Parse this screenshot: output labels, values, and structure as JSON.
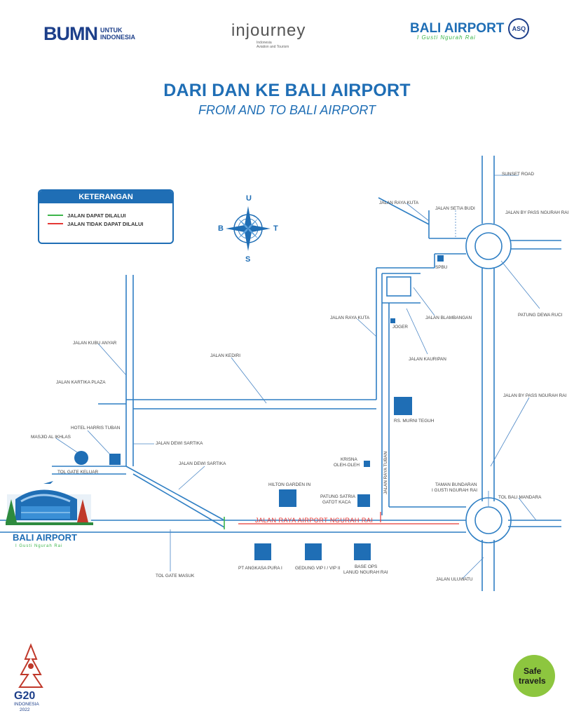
{
  "header": {
    "bumn": {
      "mark": "BUMN",
      "tag_line1": "UNTUK",
      "tag_line2": "INDONESIA"
    },
    "injourney": {
      "name": "injourney",
      "sub_line1": "Indonesia",
      "sub_line2": "Aviation and Tourism"
    },
    "bali_airport": {
      "name": "BALI AIRPORT",
      "sub": "I Gusti Ngurah Rai",
      "badge": "ASQ"
    }
  },
  "title": {
    "main": "DARI DAN KE BALI AIRPORT",
    "sub": "FROM AND TO BALI AIRPORT"
  },
  "legend": {
    "heading": "KETERANGAN",
    "items": [
      {
        "label": "JALAN DAPAT DILALUI",
        "color": "#3cb54a"
      },
      {
        "label": "JALAN TIDAK DAPAT DILALUI",
        "color": "#e53935"
      }
    ]
  },
  "compass": {
    "north": "U",
    "south": "S",
    "east": "T",
    "west": "B"
  },
  "map_labels": {
    "sunset_road": "SUNSET ROAD",
    "jalan_raya_kuta_top": "JALAN RAYA KUTA",
    "jalan_setia_budi": "JALAN SETIA BUDI",
    "jalan_by_pass_top": "JALAN BY PASS NGURAH RAI",
    "spbu": "SPBU",
    "patung_dewa_ruci": "PATUNG DEWA RUCI",
    "jalan_blambangan": "JALAN BLAMBANGAN",
    "jalan_raya_kuta_mid": "JALAN RAYA KUTA",
    "joger": "JOGER",
    "jalan_kauripan": "JALAN KAURIPAN",
    "jalan_kubu_anyar": "JALAN KUBU ANYAR",
    "jalan_kediri": "JALAN KEDIRI",
    "jalan_kartika_plaza": "JALAN KARTIKA PLAZA",
    "jalan_by_pass_right": "JALAN BY PASS NGURAH RAI",
    "rs_murni_teguh": "RS. MURNI TEGUH",
    "hotel_harris": "HOTEL HARRIS TUBAN",
    "masjid": "MASJID AL IKHLAS",
    "jalan_dewi_sartika_1": "JALAN DEWI SARTIKA",
    "jalan_dewi_sartika_2": "JALAN DEWI SARTIKA",
    "krisna_1": "KRISNA",
    "krisna_2": "OLEH-OLEH",
    "tol_gate_keluar": "TOL GATE KELUAR",
    "jalan_raya_tuban": "JALAN RAYA TUBAN",
    "hilton": "HILTON GARDEN IN",
    "patung_satria_1": "PATUNG SATRIA",
    "patung_satria_2": "GATOT KACA",
    "taman_1": "TAMAN BUNDARAN",
    "taman_2": "I GUSTI NGURAH RAI",
    "tol_bali_mandara": "TOL BALI MANDARA",
    "jalan_raya_airport": "JALAN RAYA AIRPORT NGURAH RAI",
    "pt_angkasa": "PT ANGKASA PURA I",
    "gedung_vip": "GEDUNG VIP I / VIP II",
    "base_ops_1": "BASE OPS",
    "base_ops_2": "LANUD NGURAH RAI",
    "tol_gate_masuk": "TOL GATE MASUK",
    "jalan_uluwatu": "JALAN ULUWATU"
  },
  "airport_logo": {
    "name": "BALI AIRPORT",
    "sub": "I Gusti Ngurah Rai"
  },
  "footer": {
    "g20": {
      "mark": "G20",
      "line1": "INDONESIA",
      "line2": "2022"
    },
    "safe_travels": {
      "line1": "Safe",
      "line2": "travels"
    }
  }
}
